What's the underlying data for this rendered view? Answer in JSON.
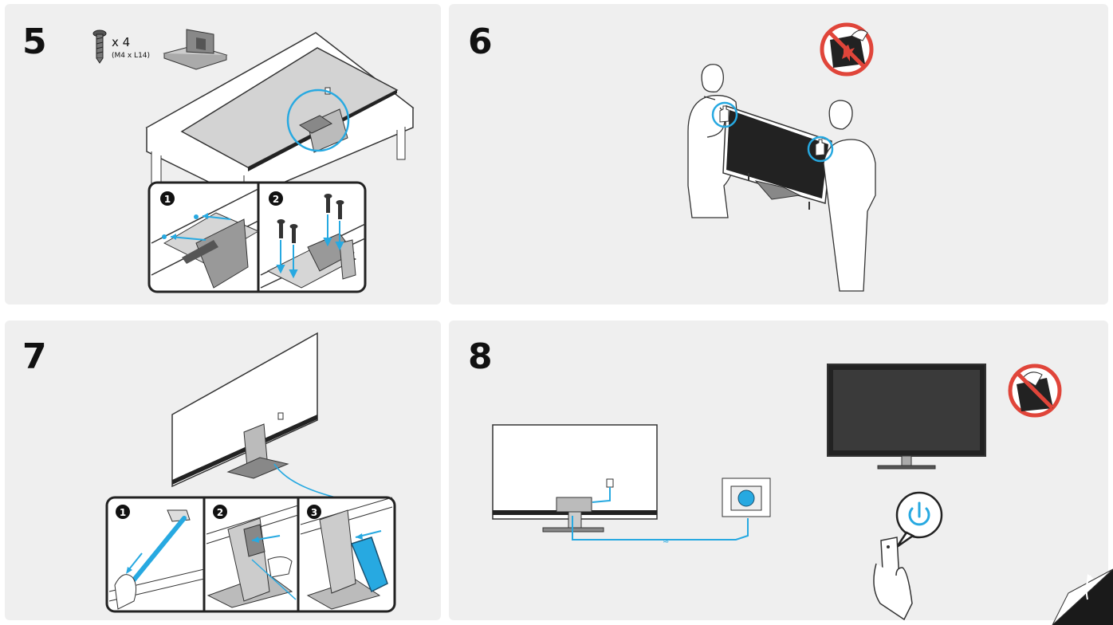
{
  "steps": [
    {
      "number": "5",
      "screw_count": "x 4",
      "screw_spec": "(M4 x L14)",
      "substeps": [
        "1",
        "2"
      ]
    },
    {
      "number": "6"
    },
    {
      "number": "7",
      "substeps": [
        "1",
        "2",
        "3"
      ]
    },
    {
      "number": "8"
    }
  ],
  "colors": {
    "panel": "#efefef",
    "accent": "#27a9e1",
    "line": "#333333",
    "prohibit": "#e0453a"
  },
  "icons": {
    "power": "power-icon",
    "page_turn": "page-turn-icon",
    "prohibit": "prohibit-icon"
  }
}
